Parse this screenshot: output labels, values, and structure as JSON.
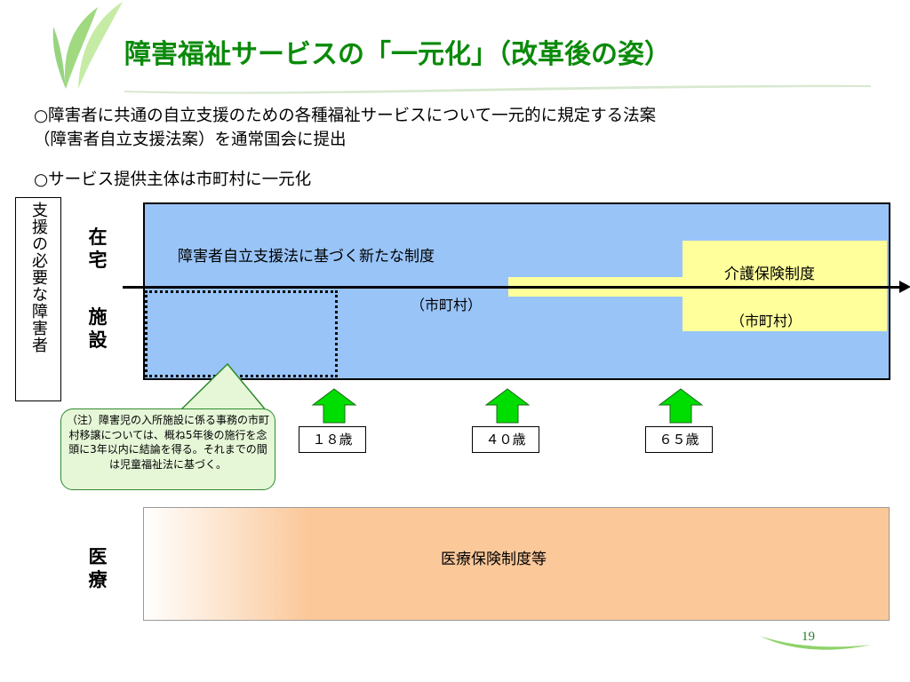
{
  "title": "障害福祉サービスの「一元化」（改革後の姿）",
  "bullets": {
    "line1": "○障害者に共通の自立支援のための各種福祉サービスについて一元的に規定する法案",
    "line2": "（障害者自立支援法案）を通常国会に提出",
    "line3": "○サービス提供主体は市町村に一元化"
  },
  "side_box_label": "支援の必要な障害者",
  "labels": {
    "home": "在宅",
    "facility": "施設",
    "medical": "医療"
  },
  "diagram": {
    "new_system": "障害者自立支援法に基づく新たな制度",
    "new_system_sub": "（市町村）",
    "care_insurance": "介護保険制度",
    "care_insurance_sub": "（市町村）",
    "medical_insurance": "医療保険制度等"
  },
  "ages": [
    "１８歳",
    "４０歳",
    "６５歳"
  ],
  "note": "（注）障害児の入所施設に係る事務の市町村移譲については、概ね5年後の施行を念頭に3年以内に結論を得る。それまでの間は児童福祉法に基づく。",
  "page_number": "19",
  "colors": {
    "title_green": "#0a8a0a",
    "blue_region": "#99c4f8",
    "yellow_region": "#ffff9c",
    "orange_region": "#fbc89a",
    "arrow_green": "#00dd00"
  }
}
